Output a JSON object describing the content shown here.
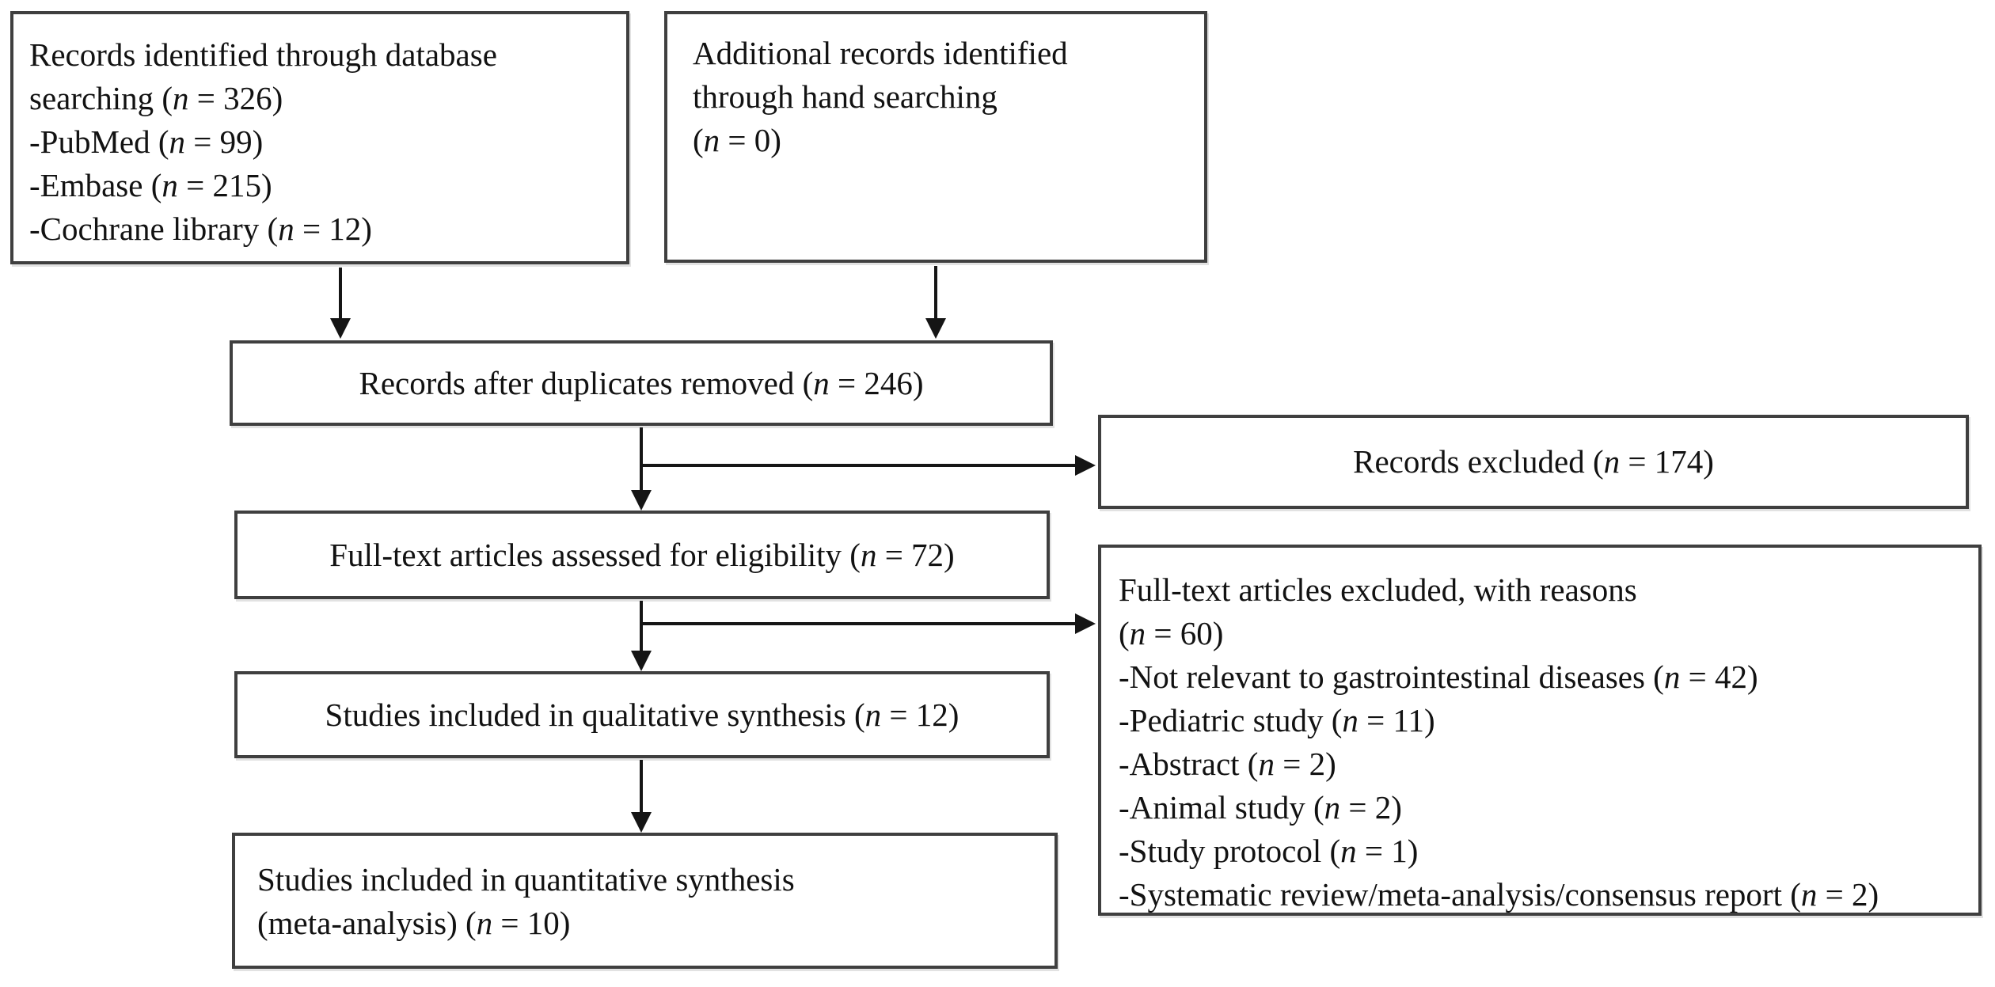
{
  "theme": {
    "background": "#ffffff",
    "box_border_color": "#3f3f3f",
    "text_color": "#121212",
    "arrow_color": "#151515"
  },
  "flow": {
    "type": "prisma-flow-diagram",
    "boxes": {
      "database_search": {
        "lines": [
          "Records identified through database",
          "searching (n = 326)",
          "-PubMed (n = 99)",
          "-Embase (n = 215)",
          "-Cochrane library (n = 12)"
        ]
      },
      "hand_search": {
        "lines": [
          "Additional records identified",
          "through hand searching",
          "(n = 0)"
        ]
      },
      "after_duplicates": {
        "lines": [
          "Records after duplicates removed (n = 246)"
        ]
      },
      "records_excluded": {
        "lines": [
          "Records excluded (n = 174)"
        ]
      },
      "fulltext_assessed": {
        "lines": [
          "Full-text articles assessed for eligibility (n = 72)"
        ]
      },
      "fulltext_excluded": {
        "lines": [
          "Full-text articles excluded, with reasons",
          "(n = 60)",
          "-Not relevant to gastrointestinal diseases (n = 42)",
          "-Pediatric study (n = 11)",
          "-Abstract (n = 2)",
          "-Animal study (n = 2)",
          "-Study protocol (n = 1)",
          "-Systematic review/meta-analysis/consensus report (n = 2)"
        ]
      },
      "qualitative_synthesis": {
        "lines": [
          "Studies included in qualitative synthesis (n = 12)"
        ]
      },
      "quantitative_synthesis": {
        "lines": [
          "Studies included in quantitative synthesis",
          "(meta-analysis) (n = 10)"
        ]
      }
    }
  }
}
